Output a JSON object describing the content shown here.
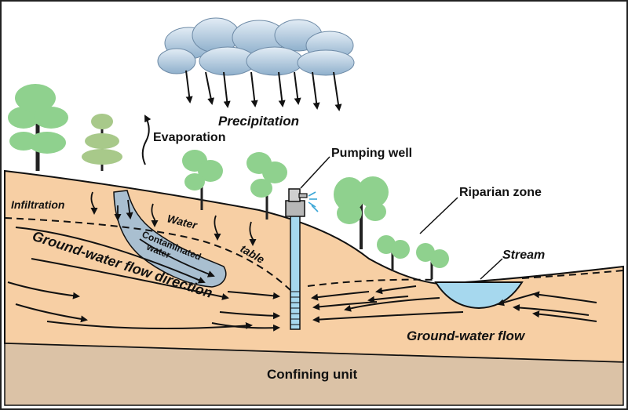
{
  "labels": {
    "precipitation": "Precipitation",
    "evaporation": "Evaporation",
    "pumping_well": "Pumping well",
    "infiltration": "Infiltration",
    "water_table_1": "Water",
    "water_table_2": "table",
    "contaminated_1": "Contaminated",
    "contaminated_2": "water",
    "riparian_zone": "Riparian zone",
    "stream": "Stream",
    "gw_flow_direction": "Ground-water flow direction",
    "gw_flow": "Ground-water flow",
    "confining_unit": "Confining unit"
  },
  "colors": {
    "soil": "#f7cfa4",
    "confining": "#dbc2a6",
    "cloud": "#a9c4dc",
    "water": "#a6d8ee",
    "tree": "#8fd18e",
    "plume": "#a9bfd0"
  }
}
